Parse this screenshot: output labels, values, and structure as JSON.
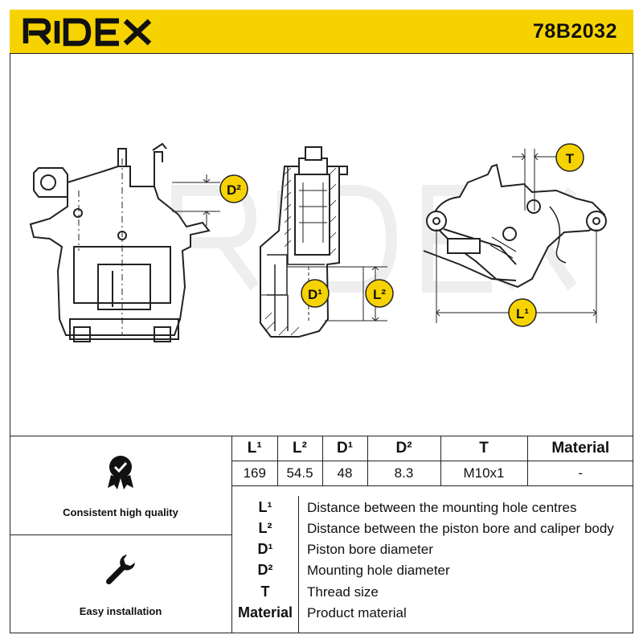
{
  "header": {
    "brand": "RIDEX",
    "part_number": "78B2032"
  },
  "drawing": {
    "callouts": {
      "d2": "D²",
      "d1": "D¹",
      "l2": "L²",
      "t": "T",
      "l1": "L¹"
    },
    "watermark": "RIDEX"
  },
  "features": [
    {
      "label": "Consistent high quality",
      "icon": "quality-badge-icon"
    },
    {
      "label": "Easy installation",
      "icon": "wrench-icon"
    }
  ],
  "spec_table": {
    "headers": [
      "L¹",
      "L²",
      "D¹",
      "D²",
      "T",
      "Material"
    ],
    "values": [
      "169",
      "54.5",
      "48",
      "8.3",
      "M10x1",
      "-"
    ]
  },
  "legend": [
    {
      "key": "L¹",
      "desc": "Distance between the mounting hole centres"
    },
    {
      "key": "L²",
      "desc": "Distance between the piston bore and caliper body"
    },
    {
      "key": "D¹",
      "desc": "Piston bore diameter"
    },
    {
      "key": "D²",
      "desc": "Mounting hole diameter"
    },
    {
      "key": "T",
      "desc": "Thread size"
    },
    {
      "key": "Material",
      "desc": "Product material"
    }
  ],
  "colors": {
    "accent": "#f6d300",
    "ink": "#111111"
  }
}
